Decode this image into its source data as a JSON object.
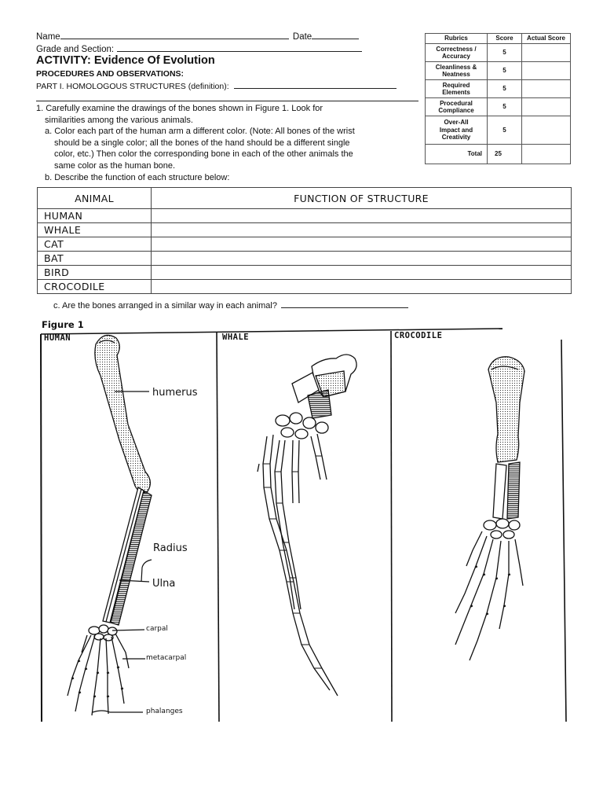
{
  "header": {
    "name_label": "Name",
    "date_label": "Date",
    "grade_label": "Grade and Section:",
    "activity_title": "ACTIVITY: Evidence Of Evolution",
    "procedures": "PROCEDURES AND OBSERVATIONS:",
    "part1": "PART I. HOMOLOGOUS STRUCTURES (definition):"
  },
  "instructions": {
    "item1_line1": "1. Carefully examine the drawings of the bones shown in Figure 1. Look for",
    "item1_line2": "similarities among the various animals.",
    "a_line1": "a. Color each part of the human arm a different color. (Note: All bones of the wrist",
    "a_line2": "should be a single color; all the bones of the hand should be a different single",
    "a_line3": "color, etc.) Then color the corresponding bone in each of the other animals the",
    "a_line4": "same color as the human bone.",
    "b_line": "b. Describe the function of each structure below:",
    "c_line": "c. Are the bones arranged in a similar way in each animal?"
  },
  "rubric": {
    "headers": [
      "Rubrics",
      "Score",
      "Actual Score"
    ],
    "rows": [
      {
        "name": [
          "Correctness /",
          "Accuracy"
        ],
        "score": "5"
      },
      {
        "name": [
          "Cleanliness &",
          "Neatness"
        ],
        "score": "5"
      },
      {
        "name": [
          "Required",
          "Elements"
        ],
        "score": "5"
      },
      {
        "name": [
          "Procedural",
          "Compliance"
        ],
        "score": "5"
      },
      {
        "name": [
          "Over-All",
          "Impact and",
          "Creativity"
        ],
        "score": "5"
      }
    ],
    "total_label": "Total",
    "total_score": "25"
  },
  "function_table": {
    "col1": "ANIMAL",
    "col2": "FUNCTION OF STRUCTURE",
    "animals": [
      "HUMAN",
      "WHALE",
      "CAT",
      "BAT",
      "BIRD",
      "CROCODILE"
    ]
  },
  "figure": {
    "title": "Figure 1",
    "panels": [
      "HUMAN",
      "WHALE",
      "CROCODILE"
    ],
    "labels": {
      "humerus": "humerus",
      "radius": "Radius",
      "ulna": "Ulna",
      "carpal": "carpal",
      "metacarpal": "metacarpal",
      "phalanges": "phalanges"
    }
  }
}
